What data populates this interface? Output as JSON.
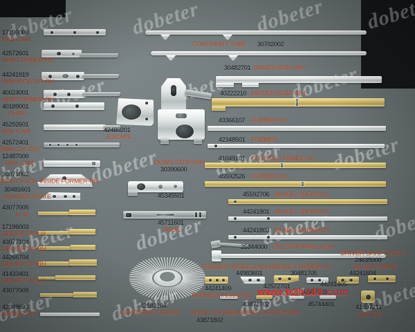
{
  "image": {
    "type": "product-catalog-photo",
    "subject": "Industrial machine spare parts laid out on gray background with part numbers and part names",
    "watermark_text": "dobeter",
    "url_watermark": "www.b2b168.com",
    "colors": {
      "background": "#6e7779",
      "part_number_text": "#14181c",
      "part_name_text": "#c0471f",
      "url_watermark": "#d62626",
      "steel_part": "#e3e6e6",
      "brass_part": "#d9c472"
    }
  },
  "columns": {
    "left": {
      "title": "left-column",
      "items": [
        {
          "number": "17190000",
          "name": "RAIL  CAM"
        },
        {
          "number": "42572601",
          "name": "ARM FORMER-RH"
        },
        {
          "number": "44241919",
          "name": "ARM KICKOUT-RH"
        },
        {
          "number": "40024001",
          "name": "ARM FORMER-RH"
        },
        {
          "number": "40189001",
          "name": "PLATE"
        },
        {
          "number": "45292601",
          "name": "RAIL CAM"
        },
        {
          "number": "42572401",
          "name": "5MM CUTTER"
        },
        {
          "number": "12487000",
          "name": "RAIL CAM"
        },
        {
          "number": "30871002",
          "name": "RIGHT LOCK, INSIDE FORMER-RH"
        },
        {
          "number": "30481601",
          "name": "SQUEEZE PLATE"
        },
        {
          "number": "43077005",
          "name": "J / W"
        },
        {
          "number": "17196003",
          "name": "DRIVER TIP-LH"
        },
        {
          "number": "43077104",
          "name": "DRIVER TIP-RH"
        },
        {
          "number": "44266704",
          "name": "DRIVER TIP-RH"
        },
        {
          "number": "41433401",
          "name": "DRIVER TIP-LH"
        },
        {
          "number": "43077009",
          "name": ""
        },
        {
          "number": "42348603",
          "name": "DRIVER TIP"
        }
      ]
    },
    "middle": {
      "title": "middle-column",
      "items": [
        {
          "number": "42480201",
          "name": "ESCAPE"
        },
        {
          "number": "30390600",
          "name": "DOWN STOP ASH"
        },
        {
          "number": "45345501",
          "name": ""
        },
        {
          "number": "45711601",
          "name": "ANUIL"
        },
        {
          "number": "42883104",
          "name": "CENTERING FIOGER"
        }
      ]
    },
    "right": {
      "title": "right-column",
      "items": [
        {
          "number": "30702002",
          "name": "CONTINUITY TUBE"
        },
        {
          "number": "30482701",
          "name": "DRIVER BODY-RH"
        },
        {
          "number": "40222210",
          "name": "DRIVER BODY-RH"
        },
        {
          "number": "43366107",
          "name": "FORMER-LH"
        },
        {
          "number": "42348501",
          "name": "FORMER"
        },
        {
          "number": "41049101",
          "name": "OUTSIDE FORMER-LH"
        },
        {
          "number": "45592526",
          "name": "FORMER-LH"
        },
        {
          "number": "45592706",
          "name": "BLADE, SHEAR-LH"
        },
        {
          "number": "44241801",
          "name": "BLADE, SHEAR-LH"
        },
        {
          "number": "44241803",
          "name": "BLADE, SHEAR-LH"
        },
        {
          "number": "25844000",
          "name": "200 STOP PAWL ASM"
        },
        {
          "number": "24635000",
          "name": "DRIVER SHAFT ASS'Y"
        }
      ]
    },
    "bottom": {
      "title": "bottom-row",
      "items": [
        {
          "number": "44241409",
          "name": "FORMER, INSIDE-RH"
        },
        {
          "number": "44983601",
          "name": "FORMER, INSIDE J/W-RH"
        },
        {
          "number": "42572701",
          "name": "INSIDE FORMER-RH"
        },
        {
          "number": "30481705",
          "name": "INSIDE FORMER-LH"
        },
        {
          "number": "44241604",
          "name": "BLOCK  SHEAR"
        },
        {
          "number": "44241405",
          "name": ""
        },
        {
          "number": "10687001",
          "name": ""
        },
        {
          "number": "43871702",
          "name": "BUSHING  CUTTER-5MM"
        },
        {
          "number": "43871802",
          "name": "ANVIL CUTTER"
        },
        {
          "number": "45744401",
          "name": ""
        },
        {
          "number": "41897211",
          "name": "CUTTER"
        }
      ]
    }
  }
}
